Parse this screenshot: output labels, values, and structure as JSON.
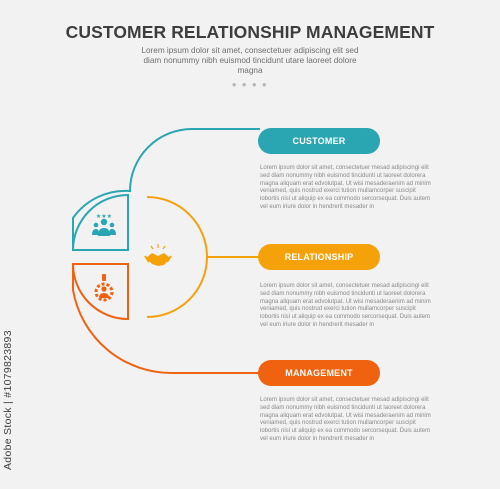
{
  "header": {
    "title": "CUSTOMER RELATIONSHIP MANAGEMENT",
    "subtitle": "Lorem ipsum dolor sit amet, consectetuer adipiscing elit sed diam nonummy nibh euismod tincidunt utare laoreet dolore magna",
    "dots": "● ● ● ●"
  },
  "items": [
    {
      "label": "CUSTOMER",
      "color": "#2aa6b3",
      "icon": "people-group-icon",
      "text": "Lorem ipsum dolor sit amet, consectetuer mesad adipiscingi elit sed diam nonummy nibh euismod tincidunti ut laoreet dolorera magna aliquam erat edvolutpat. Ut wisi mesaderaenim ad minim veniamed, quis nostrud exerci tution mullamcorper suscipit lobortis nisl ut aliquip ex ea commodo sercorsequat. Duis autem vel eum iriure dolor in hendrerit mesader in"
    },
    {
      "label": "RELATIONSHIP",
      "color": "#f5a20a",
      "icon": "handshake-icon",
      "text": "Lorem ipsum dolor sit amet, consectetuer mesad adipiscingi elit sed diam nonummy nibh euismod tincidunti ut laoreet dolorera magna aliquam erat edvolutpat. Ut wisi mesaderaenim ad minim veniamed, quis nostrud exerci tution mullamcorper suscipit lobortis nisl ut aliquip ex ea commodo sercorsequat. Duis autem vel eum iriure dolor in hendrerit mesader in"
    },
    {
      "label": "MANAGEMENT",
      "color": "#f0620f",
      "icon": "person-gear-icon",
      "text": "Lorem ipsum dolor sit amet, consectetuer mesad adipiscingi elit sed diam nonummy nibh euismod tincidunti ut laoreet dolorera magna aliquam erat edvolutpat. Ut wisi mesaderaenim ad minim veniamed, quis nostrud exerci tution mullamcorper suscipit lobortis nisl ut aliquip ex ea commodo sercorsequat. Duis autem vel eum iriure dolor in hendrerit mesader in"
    }
  ],
  "watermark": "Adobe Stock | #1079823893"
}
